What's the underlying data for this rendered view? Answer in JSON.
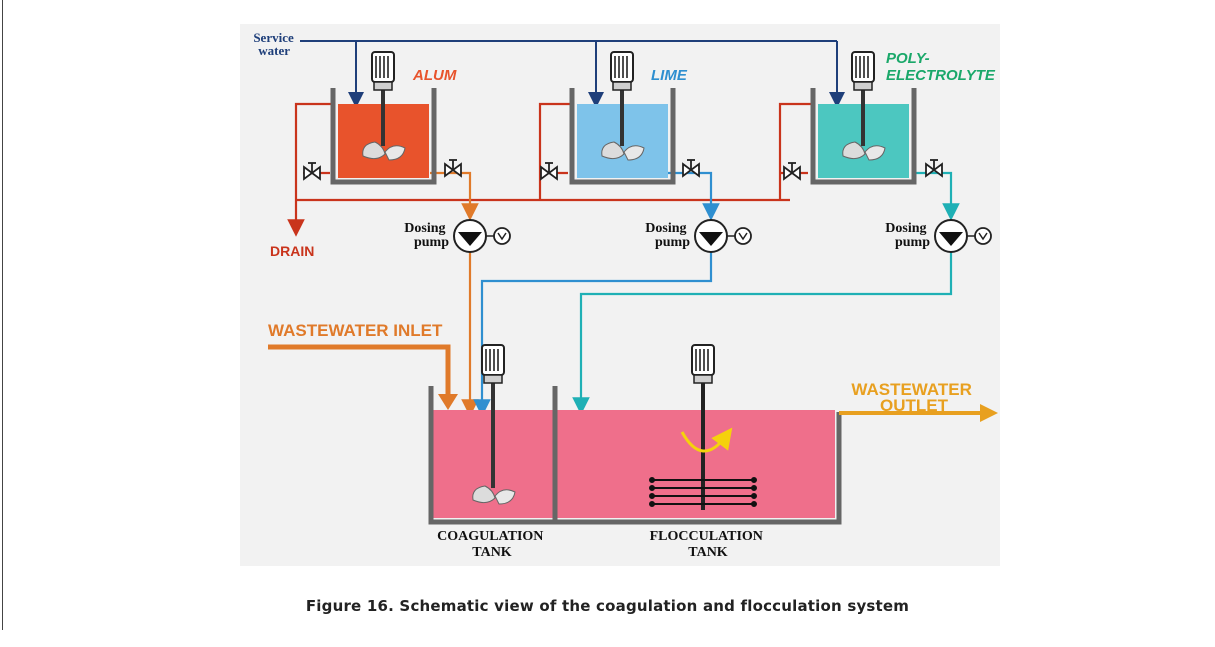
{
  "labels": {
    "service_water": [
      "Service",
      "water"
    ],
    "alum": "ALUM",
    "lime": "LIME",
    "poly": [
      "POLY-",
      "ELECTROLYTE"
    ],
    "drain": "DRAIN",
    "dosing_pump": [
      "Dosing",
      "pump"
    ],
    "wastewater_inlet": "WASTEWATER INLET",
    "wastewater_outlet": [
      "WASTEWATER",
      "OUTLET"
    ],
    "coagulation_tank": [
      "COAGULATION",
      "TANK"
    ],
    "flocculation_tank": [
      "FLOCCULATION",
      "TANK"
    ]
  },
  "colors": {
    "alum": "#e8532c",
    "lime": "#7ec3ea",
    "poly": "#4cc7c0",
    "service_water_line": "#1f3f7a",
    "drain_line": "#c9341c",
    "lime_line": "#2f8fd0",
    "poly_line": "#1fb0b5",
    "wastewater": "#e07a2a",
    "basin_liquid": "#ef6f8b",
    "poly_text": "#1aa86a"
  },
  "caption": "Figure 16. Schematic view of the coagulation and flocculation system"
}
